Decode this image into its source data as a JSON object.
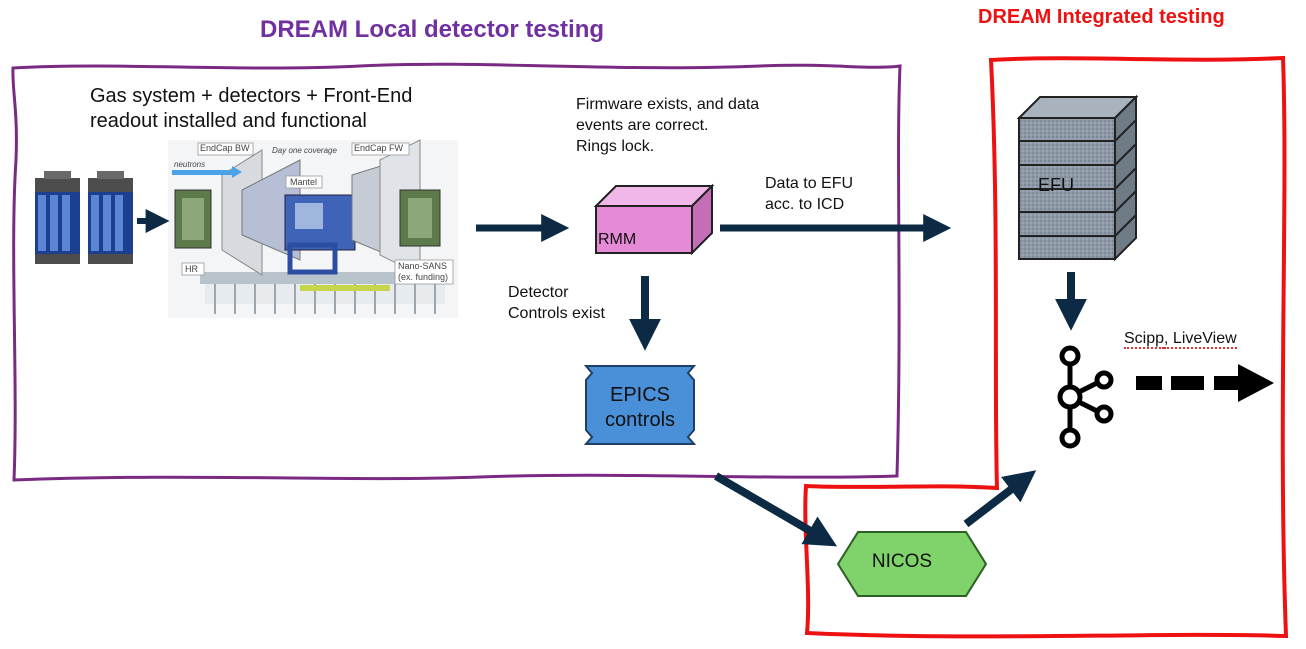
{
  "titles": {
    "local": "DREAM Local detector testing",
    "integrated": "DREAM Integrated testing"
  },
  "notes": {
    "gas_system": "Gas system + detectors + Front-End\nreadout installed and functional",
    "firmware": "Firmware exists, and data\nevents are correct.\nRings lock.",
    "data_to_efu": "Data to EFU\nacc. to ICD",
    "detector_controls": "Detector\nControls exist",
    "scipp_prefix": "Scipp",
    "scipp_rest": ", LiveView"
  },
  "nodes": {
    "rmm": "RMM",
    "efu": "EFU",
    "epics": "EPICS\ncontrols",
    "nicos": "NICOS"
  },
  "detector_image": {
    "endcap_bw": "EndCap BW",
    "day_one": "Day one coverage",
    "endcap_fw": "EndCap FW",
    "neutrons": "neutrons",
    "mantel": "Mantel",
    "hr": "HR",
    "nano_sans": "Nano-SANS\n(ex. funding)"
  },
  "colors": {
    "local_border": "#7b2a84",
    "integrated_border": "#ee1111",
    "arrow": "#0d2a45",
    "rmm": "#e58ad6",
    "epics": "#4a90d9",
    "nicos": "#7fd36a",
    "efu": "#8d99a6"
  }
}
